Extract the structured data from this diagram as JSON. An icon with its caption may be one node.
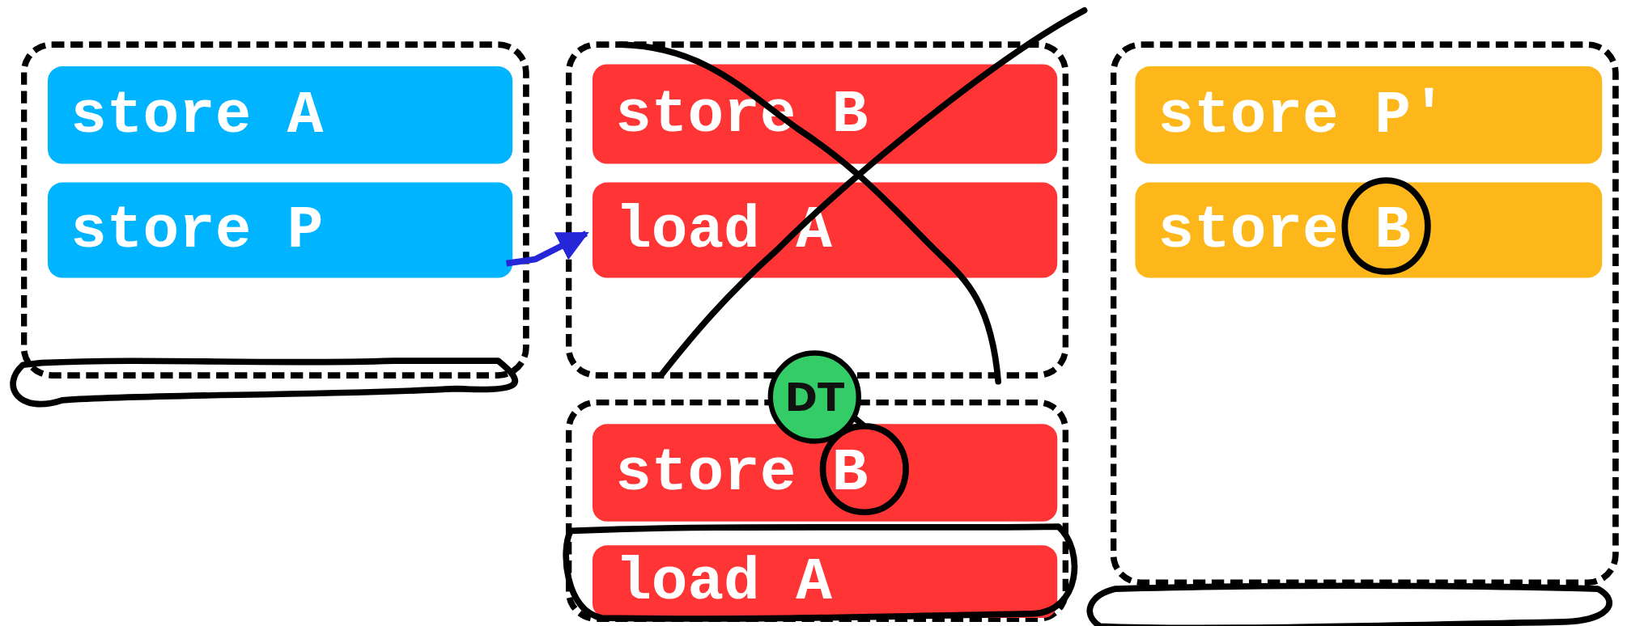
{
  "diagram": {
    "nodes": [
      {
        "text": [],
        "shape": "box"
      },
      {
        "text": [
          "store A"
        ],
        "in": 0
      },
      {
        "text": [
          "store P"
        ],
        "in": 0
      },
      {
        "text": [],
        "shape": "box"
      },
      {
        "text": [
          "store B"
        ],
        "in": 3
      },
      {
        "text": [
          "load A"
        ],
        "in": 3
      },
      {
        "text": [
          "DT"
        ]
      },
      {
        "text": [],
        "shape": "box"
      },
      {
        "text": [
          "store B"
        ],
        "in": 7
      },
      {
        "text": [
          "load A"
        ],
        "in": 7
      },
      {
        "text": [],
        "shape": "box"
      },
      {
        "text": [
          "store P'"
        ],
        "in": 10
      },
      {
        "text": [
          "store B"
        ],
        "in": 10
      }
    ],
    "edges": [
      {
        "from": 2,
        "to": 5,
        "arrow": "to",
        "color": "#2626d9"
      }
    ]
  }
}
